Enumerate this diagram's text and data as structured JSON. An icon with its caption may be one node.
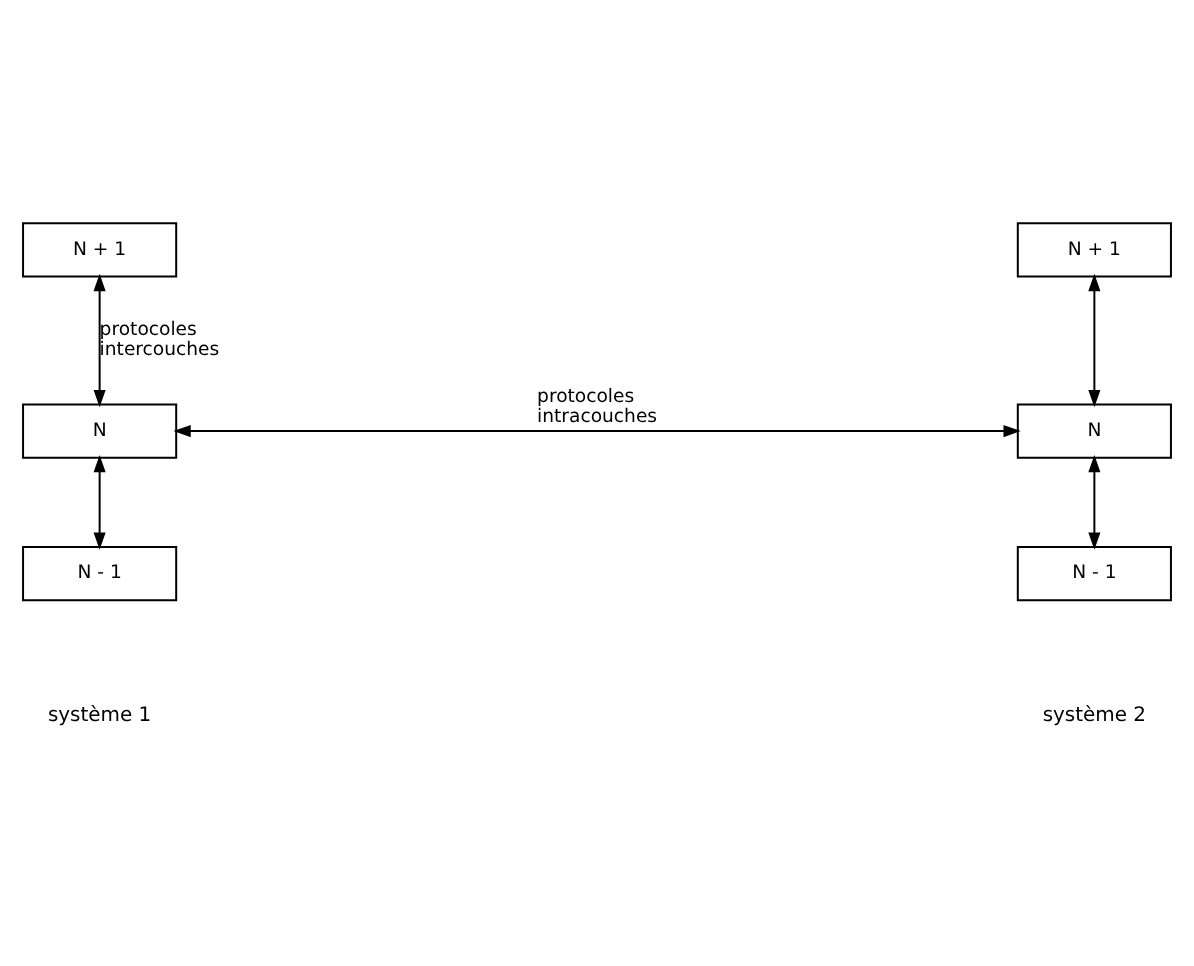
{
  "diagram": {
    "nodes": [
      {
        "text": [
          "N + 1"
        ]
      },
      {
        "text": [
          "N + 1"
        ]
      },
      {
        "text": [
          "N"
        ]
      },
      {
        "text": [
          "N"
        ]
      },
      {
        "text": [
          "N - 1"
        ]
      },
      {
        "text": [
          "N - 1"
        ]
      }
    ],
    "edges": [
      {
        "from": 0,
        "to": 2,
        "arrow": "both",
        "label": "protocoles intercouches"
      },
      {
        "from": 2,
        "to": 3,
        "arrow": "both",
        "label": "protocoles intracouches"
      },
      {
        "from": 1,
        "to": 3,
        "arrow": "both"
      },
      {
        "from": 2,
        "to": 4,
        "arrow": "both"
      },
      {
        "from": 3,
        "to": 5,
        "arrow": "both"
      }
    ],
    "labels": [
      "système 1",
      "système 2"
    ]
  }
}
